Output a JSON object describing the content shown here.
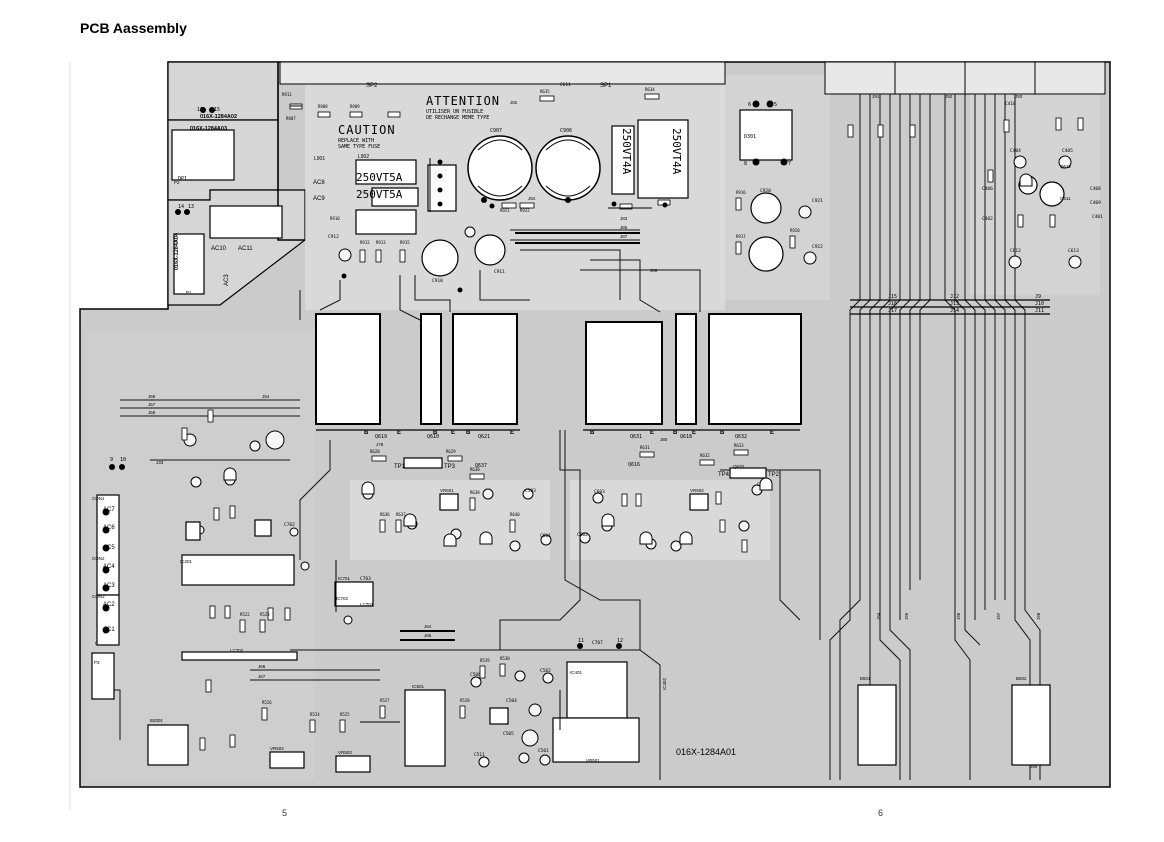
{
  "page": {
    "title": "PCB Aassembly",
    "page_numbers": [
      "5",
      "6"
    ]
  },
  "board": {
    "board_id": "016X-1284A01",
    "sub_board_ids": [
      "016X-1284A02",
      "016X-1284A03",
      "016X-1284A04"
    ],
    "warnings": {
      "attention_title": "ATTENTION",
      "attention_line1": "UTILISER UN FUSIBLE",
      "attention_line2": "DE RECHANGE MEME TYPE",
      "caution_title": "CAUTION",
      "caution_line1": "REPLACE WITH",
      "caution_line2": "SAME TYPE FUSE"
    },
    "fuse_labels": [
      "250VT5A",
      "250VT5A",
      "250VT4A",
      "250VT4A"
    ],
    "speaker_labels": [
      "SP2",
      "SP1"
    ],
    "ac_labels": [
      "AC8",
      "AC9",
      "AC10",
      "AC11",
      "AC3",
      "AC7",
      "AC6",
      "AC5",
      "AC4",
      "AC3",
      "AC2",
      "AC1"
    ],
    "connector_labels": [
      "CON1",
      "CON2",
      "CON3",
      "B501",
      "B502",
      "B2001",
      "P1",
      "P2",
      "P3"
    ],
    "testpoint_labels": [
      "TP1",
      "TP3",
      "TP4",
      "TP2"
    ],
    "capacitor_labels": [
      "C907",
      "C906",
      "C911",
      "C912",
      "C910",
      "C920",
      "C921",
      "C922",
      "C502",
      "C503",
      "C501",
      "C504",
      "C505",
      "C506",
      "C511",
      "C601",
      "C602",
      "C603",
      "C604",
      "C703",
      "C702",
      "C707",
      "C706",
      "C611",
      "C612",
      "C613",
      "C406",
      "C404",
      "C405",
      "C408",
      "C409",
      "C410",
      "C401",
      "C402"
    ],
    "transistor_labels": [
      "Q619",
      "Q610",
      "Q621",
      "Q631",
      "Q632",
      "Q637",
      "Q616",
      "Q618",
      "Q620",
      "Q611",
      "Q612"
    ],
    "pad_numbers": [
      "16",
      "15",
      "14",
      "13",
      "11",
      "12",
      "9",
      "10",
      "5",
      "6",
      "7",
      "8"
    ],
    "ic_labels": [
      "IC501",
      "IC701",
      "IC702",
      "IC401",
      "IC402",
      "IC201",
      "D301",
      "DP1"
    ],
    "regulator_labels": [
      "VR502",
      "VR503",
      "VR501",
      "VR601",
      "VR602"
    ],
    "jumper_labels": [
      "J15",
      "J16",
      "J17",
      "J12",
      "J13",
      "J14",
      "J9",
      "J10",
      "J11",
      "J54",
      "J56",
      "J57",
      "J58",
      "J33",
      "J64",
      "J65",
      "J66",
      "J67",
      "J78",
      "J80",
      "J82",
      "J83",
      "J84",
      "J86",
      "J87",
      "J89",
      "J90",
      "J91",
      "J92",
      "J93",
      "J94",
      "J95",
      "J96",
      "J97",
      "J98"
    ],
    "resistor_labels": [
      "R907",
      "R908",
      "R909",
      "R910",
      "R911",
      "R912",
      "R913",
      "R915",
      "R916",
      "R917",
      "R920",
      "R921",
      "R922",
      "R628",
      "R629",
      "R630",
      "R631",
      "R632",
      "R633",
      "R634",
      "R635",
      "R636",
      "R637",
      "R638",
      "R640",
      "R522",
      "R523",
      "R524",
      "R525",
      "R526",
      "R527",
      "R528",
      "R529",
      "R530"
    ],
    "coil_labels": [
      "L901",
      "L902",
      "LC701",
      "LC702"
    ]
  },
  "colors": {
    "board_fill": "#c9c9c9",
    "copper_light": "#eaeaea",
    "trace_dark": "#1a1a1a",
    "heatsink_fill": "#ffffff"
  }
}
